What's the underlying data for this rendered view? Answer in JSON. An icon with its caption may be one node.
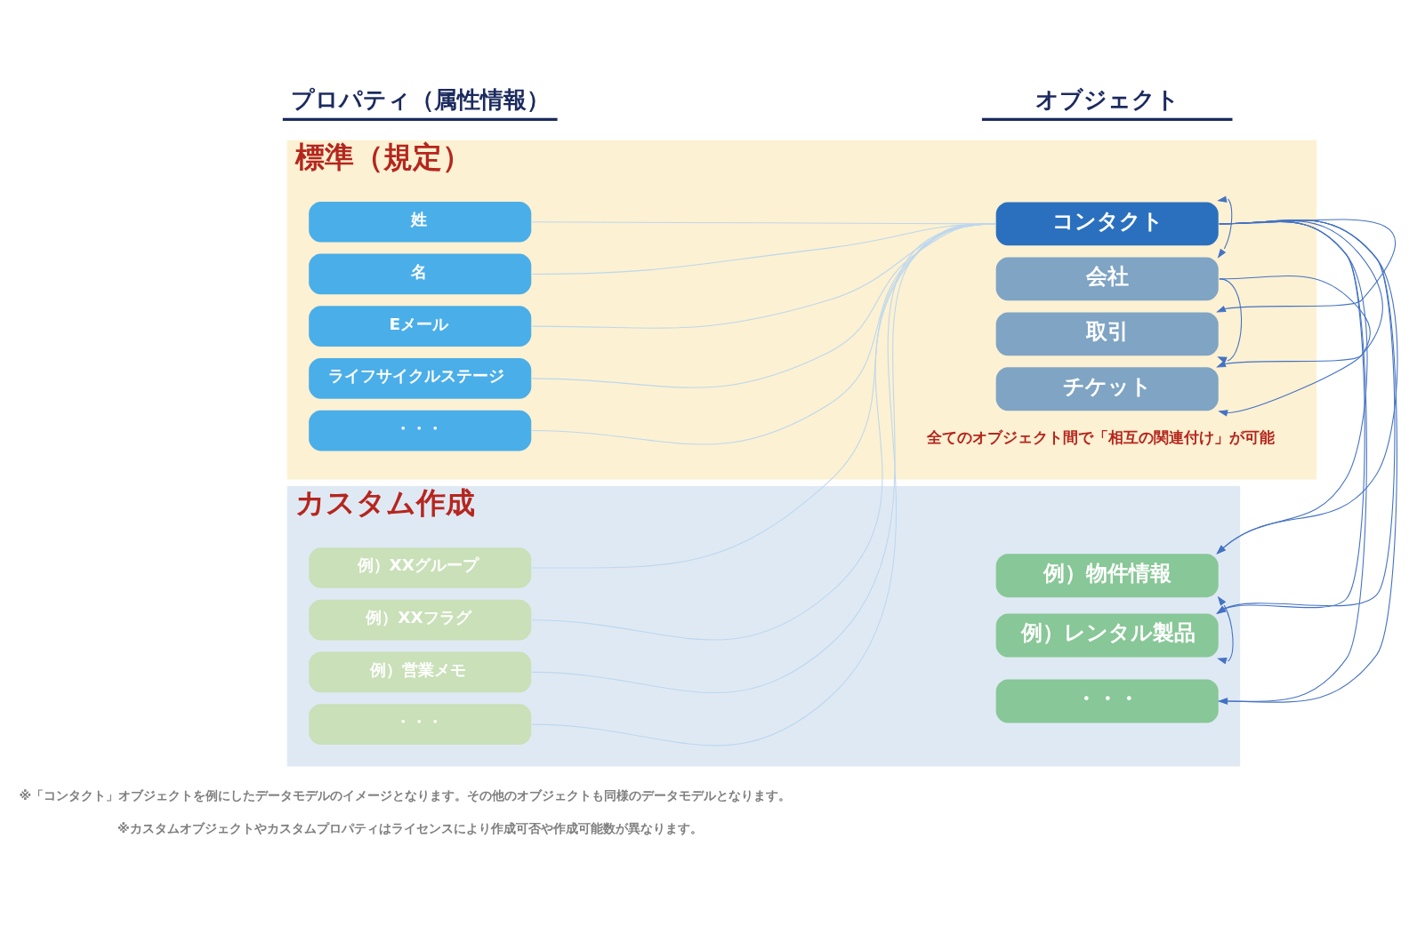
{
  "diagram": {
    "nodes": [
      {
        "text": [
          "標準（規定）"
        ]
      },
      {
        "text": [
          "姓"
        ],
        "in": 0
      },
      {
        "text": [
          "名"
        ],
        "in": 0
      },
      {
        "text": [
          "Eメール"
        ],
        "in": 0
      },
      {
        "text": [
          "ライフサイクルステージ"
        ],
        "in": 0
      },
      {
        "text": [
          "・・・"
        ],
        "in": 0
      },
      {
        "text": [
          "コンタクト"
        ],
        "in": 0
      },
      {
        "text": [
          "会社"
        ],
        "in": 0
      },
      {
        "text": [
          "取引"
        ],
        "in": 0
      },
      {
        "text": [
          "チケット"
        ],
        "in": 0
      },
      {
        "text": [
          "カスタム作成"
        ]
      },
      {
        "text": [
          "例）XXグループ"
        ],
        "in": 10
      },
      {
        "text": [
          "例）XXフラグ"
        ],
        "in": 10
      },
      {
        "text": [
          "例）営業メモ"
        ],
        "in": 10
      },
      {
        "text": [
          "・・・"
        ],
        "in": 10
      },
      {
        "text": [
          "例）物件情報"
        ],
        "in": 10
      },
      {
        "text": [
          "例）レンタル製品"
        ],
        "in": 10
      },
      {
        "text": [
          "・・・"
        ],
        "in": 10
      }
    ],
    "edges": [
      {
        "from": 1,
        "to": 6,
        "arrow": "none"
      },
      {
        "from": 2,
        "to": 6,
        "arrow": "none"
      },
      {
        "from": 3,
        "to": 6,
        "arrow": "none"
      },
      {
        "from": 4,
        "to": 6,
        "arrow": "none"
      },
      {
        "from": 5,
        "to": 6,
        "arrow": "none"
      },
      {
        "from": 11,
        "to": 6,
        "arrow": "none"
      },
      {
        "from": 12,
        "to": 6,
        "arrow": "none"
      },
      {
        "from": 13,
        "to": 6,
        "arrow": "none"
      },
      {
        "from": 14,
        "to": 6,
        "arrow": "none"
      },
      {
        "from": 6,
        "to": 7,
        "arrow": "both",
        "color": "#4472c4"
      },
      {
        "from": 6,
        "to": 8,
        "arrow": "to",
        "color": "#4472c4"
      },
      {
        "from": 7,
        "to": 8,
        "arrow": "to",
        "color": "#4472c4"
      },
      {
        "from": 6,
        "to": 9,
        "arrow": "to",
        "color": "#4472c4"
      },
      {
        "from": 7,
        "to": 9,
        "arrow": "to",
        "color": "#4472c4"
      },
      {
        "from": 6,
        "to": 15,
        "arrow": "to",
        "color": "#4472c4"
      },
      {
        "from": 6,
        "to": 16,
        "arrow": "to",
        "color": "#4472c4"
      },
      {
        "from": 15,
        "to": 16,
        "arrow": "both",
        "color": "#4472c4"
      },
      {
        "from": 6,
        "to": 17,
        "arrow": "to",
        "color": "#4472c4"
      }
    ],
    "labels": [
      "プロパティ（属性情報）",
      "オブジェクト",
      "全てのオブジェクト間で「相互の関連付け」が可能",
      "※「コンタクト」オブジェクトを例にしたデータモデルのイメージとなります。その他のオブジェクトも同様のデータモデルとなります。",
      "※カスタムオブジェクトやカスタムプロパティはライセンスにより作成可否や作成可能数が異なります。"
    ]
  }
}
